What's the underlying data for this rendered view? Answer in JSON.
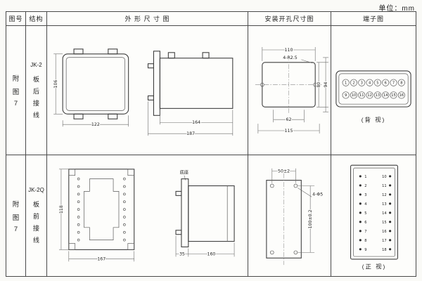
{
  "page": {
    "unit_label": "单位：mm"
  },
  "table": {
    "headers": {
      "fig_no": "图号",
      "structure": "结构",
      "outline": "外 形 尺 寸 图",
      "mounting": "安装开孔尺寸图",
      "terminal": "端子图"
    }
  },
  "row1": {
    "fig_no": {
      "chars": [
        "附",
        "图",
        "7"
      ]
    },
    "structure": {
      "model": "JK-2",
      "chars": [
        "板",
        "后",
        "接",
        "线"
      ]
    },
    "outline": {
      "height": "106",
      "width": "122",
      "depth_body": "164",
      "depth_total": "187"
    },
    "mounting": {
      "width_top": "110",
      "corner_note": "4-R2.5",
      "height_inner": "80",
      "height_outer": "94",
      "width_inner": "62",
      "width_outer": "115"
    },
    "terminal": {
      "rows": [
        [
          "1",
          "2",
          "3",
          "4",
          "5",
          "6",
          "7",
          "8"
        ],
        [
          "9",
          "10",
          "11",
          "12",
          "13",
          "14",
          "15",
          "16"
        ]
      ],
      "view_label": "(背 视)"
    }
  },
  "row2": {
    "fig_no": {
      "chars": [
        "附",
        "图",
        "7"
      ]
    },
    "structure": {
      "model": "JK-2Q",
      "chars": [
        "板",
        "前",
        "接",
        "线"
      ]
    },
    "outline": {
      "height": "118",
      "width": "167",
      "base_label": "底座",
      "flange_depth": "35",
      "body_depth": "160"
    },
    "mounting": {
      "hole_spacing_h": "50±2",
      "hole_note": "4-Φ5",
      "hole_spacing_v": "100±0.2"
    },
    "terminal": {
      "left": [
        "1",
        "2",
        "3",
        "4",
        "5",
        "6",
        "7",
        "8",
        "9"
      ],
      "right": [
        "10",
        "11",
        "12",
        "13",
        "14",
        "15",
        "16",
        "17",
        "18"
      ],
      "view_label": "(正 视)"
    }
  }
}
